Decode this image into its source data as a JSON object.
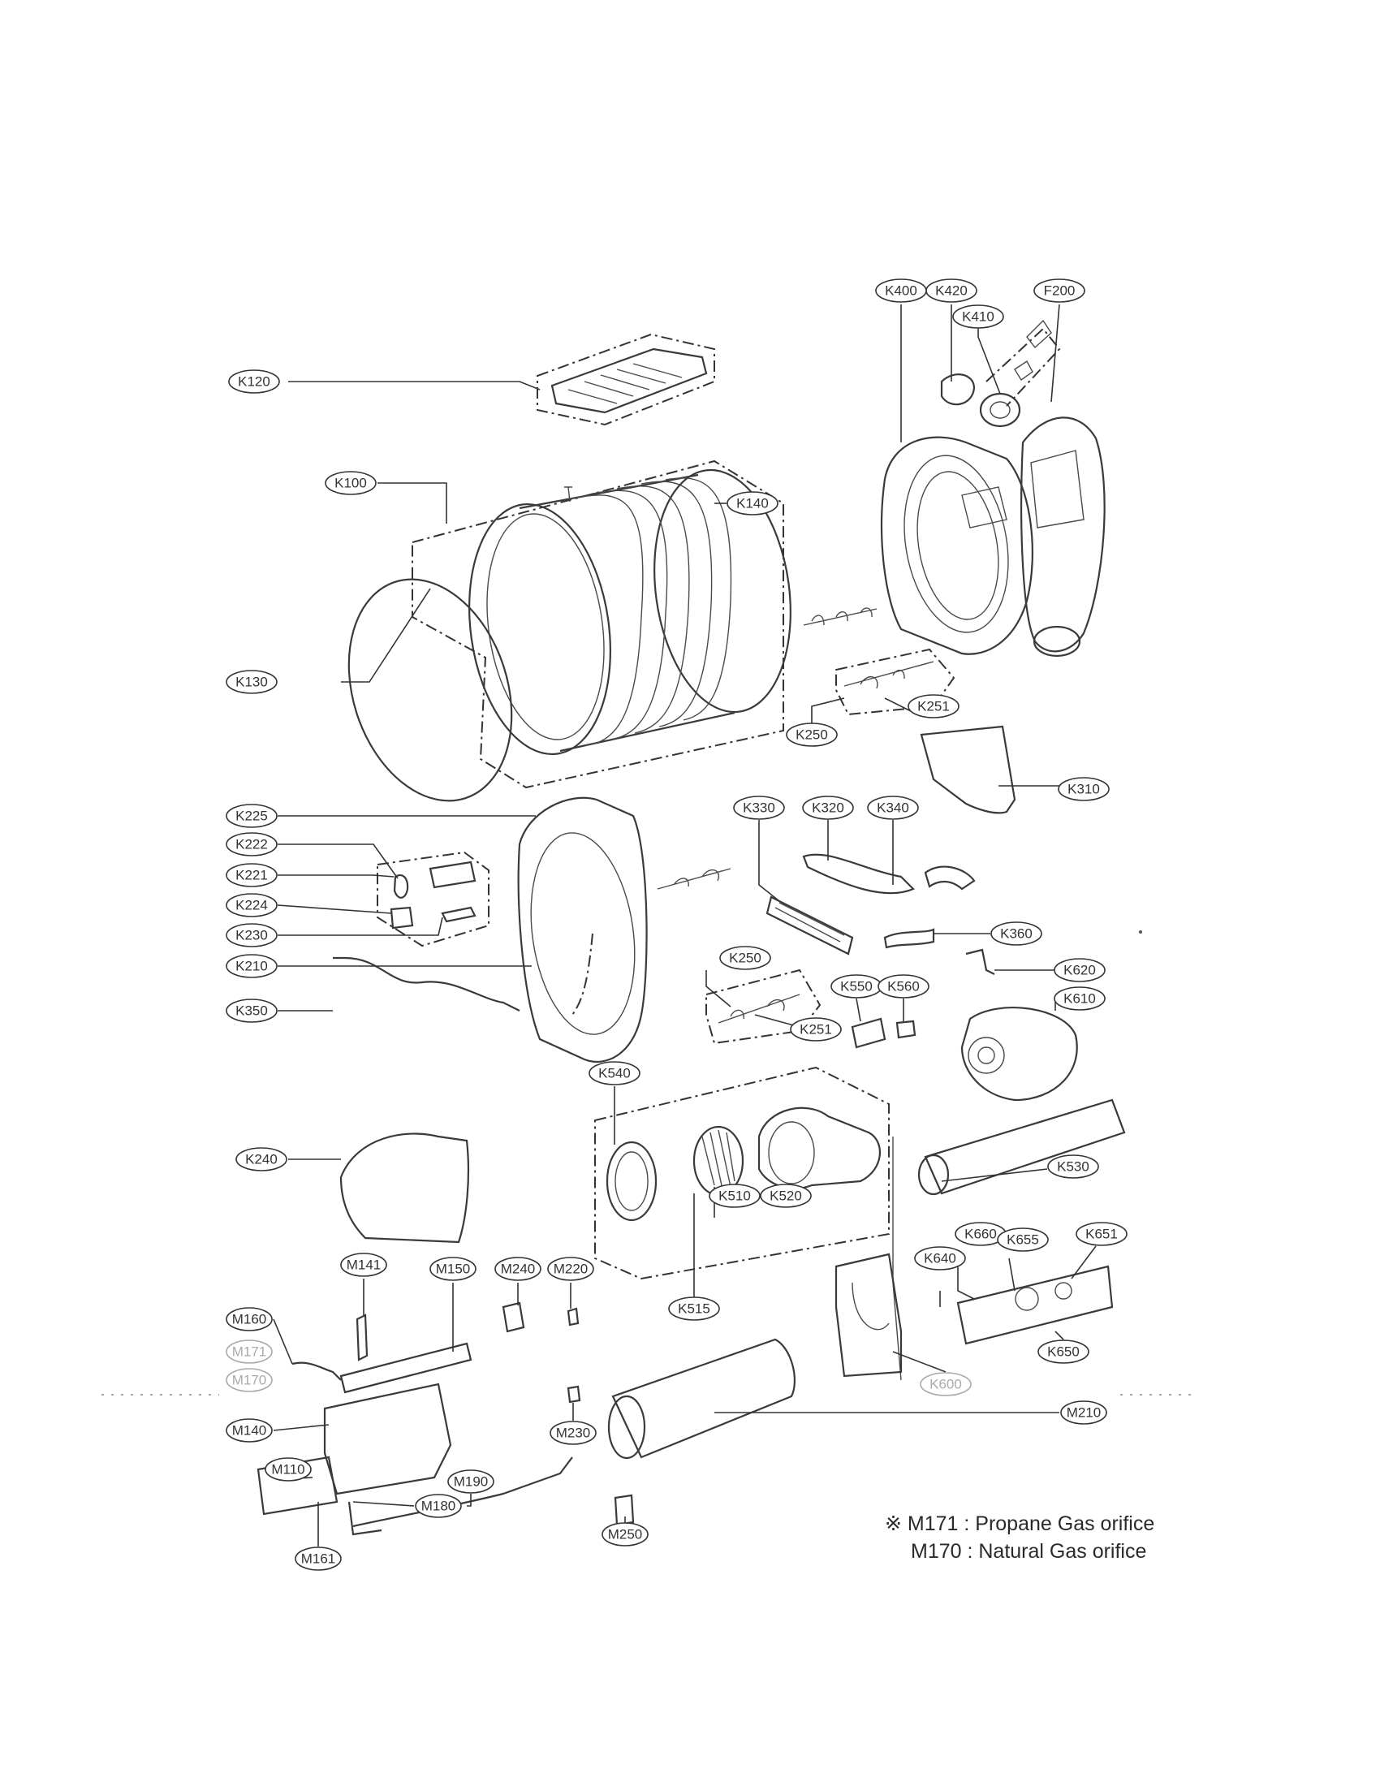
{
  "callouts": {
    "K400": "K400",
    "K420": "K420",
    "K410": "K410",
    "F200": "F200",
    "K120": "K120",
    "K100": "K100",
    "K140": "K140",
    "K130": "K130",
    "K250a": "K250",
    "K251a": "K251",
    "K310": "K310",
    "K225": "K225",
    "K222": "K222",
    "K221": "K221",
    "K224": "K224",
    "K230": "K230",
    "K210": "K210",
    "K350": "K350",
    "K330": "K330",
    "K320": "K320",
    "K340": "K340",
    "K360": "K360",
    "K250b": "K250",
    "K251b": "K251",
    "K550": "K550",
    "K560": "K560",
    "K620": "K620",
    "K610": "K610",
    "K540": "K540",
    "K240": "K240",
    "K510": "K510",
    "K520": "K520",
    "K530": "K530",
    "K515": "K515",
    "K660": "K660",
    "K640": "K640",
    "K655": "K655",
    "K651": "K651",
    "K650": "K650",
    "K600": "K600",
    "M141": "M141",
    "M150": "M150",
    "M240": "M240",
    "M220": "M220",
    "M160": "M160",
    "M171": "M171",
    "M170": "M170",
    "M140": "M140",
    "M230": "M230",
    "M210": "M210",
    "M110": "M110",
    "M190": "M190",
    "M180": "M180",
    "M250": "M250",
    "M161": "M161"
  },
  "note": {
    "symbol": "※",
    "line1": "M171 : Propane Gas orifice",
    "line2": "M170 : Natural Gas orifice"
  }
}
